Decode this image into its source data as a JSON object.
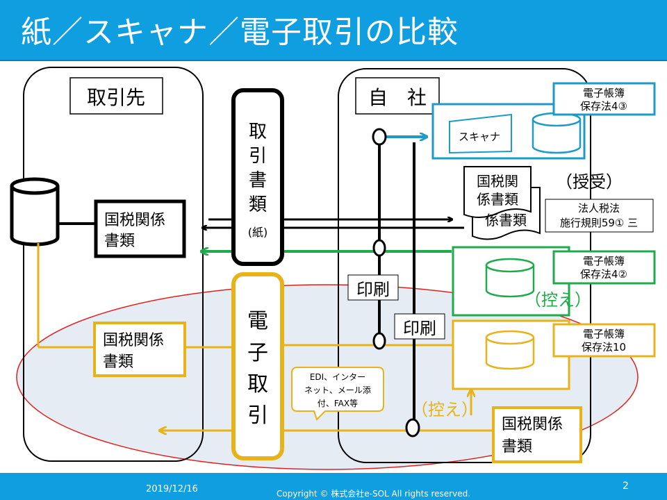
{
  "title": "紙／スキャナ／電子取引の比較",
  "footer": {
    "date": "2019/12/16",
    "copyright": "Copyright © 株式会社e-SOL All rights reserved.",
    "page": "2"
  },
  "partner": {
    "label": "取引先"
  },
  "company": {
    "label": "自　社"
  },
  "paper_docs": {
    "chars": [
      "取",
      "引",
      "書",
      "類"
    ],
    "sub": "(紙)"
  },
  "electronic": {
    "chars": [
      "電",
      "子",
      "取",
      "引"
    ]
  },
  "tax_docs_black": {
    "line1": "国税関係",
    "line2": "書類"
  },
  "tax_docs_yellow_left": {
    "line1": "国税関係",
    "line2": "書類"
  },
  "tax_docs_yellow_right": {
    "line1": "国税関係",
    "line2": "書類"
  },
  "tax_docs_doc": {
    "line1": "国税関",
    "line2": "係書類",
    "back": "係書類"
  },
  "scanner": {
    "label": "スキャナ"
  },
  "receipt_label": "（授受）",
  "copy_label_green": "（控え）",
  "copy_label_yellow": "（控え）",
  "print_label_1": "印刷",
  "print_label_2": "印刷",
  "law_blue": {
    "line1": "電子帳簿",
    "line2": "保存法4③"
  },
  "law_black": {
    "line1": "法人税法",
    "line2": "施行規則59① 三"
  },
  "law_green": {
    "line1": "電子帳簿",
    "line2": "保存法4②"
  },
  "law_yellow": {
    "line1": "電子帳簿",
    "line2": "保存法10"
  },
  "edi_note": {
    "line1": "EDI、インター",
    "line2": "ネット、メール添",
    "line3": "付、FAX等"
  },
  "colors": {
    "header": "#0f9ee0",
    "blue": "#1e9ac8",
    "green": "#1faa4b",
    "yellow": "#e8b219",
    "red": "#e0201f",
    "black": "#000000"
  }
}
